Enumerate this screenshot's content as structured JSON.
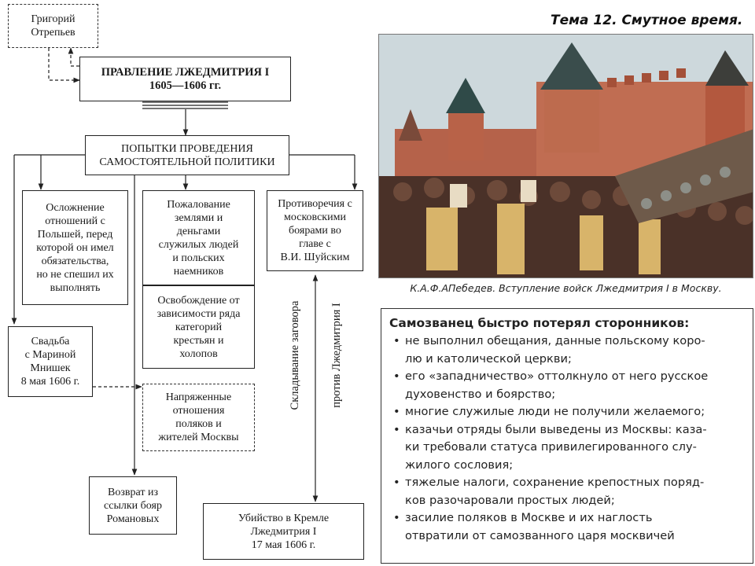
{
  "topic_title": "Тема 12. Смутное время.",
  "diagram": {
    "otrepyev": [
      "Григорий",
      "Отрепьев"
    ],
    "reign": [
      "ПРАВЛЕНИЕ ЛЖЕДМИТРИЯ I",
      "1605—1606 гг."
    ],
    "attempts": [
      "ПОПЫТКИ ПРОВЕДЕНИЯ",
      "САМОСТОЯТЕЛЬНОЙ ПОЛИТИКИ"
    ],
    "poland": [
      "Осложнение",
      "отношений с",
      "Польшей, перед",
      "которой он имел",
      "обязательства,",
      "но не спешил их",
      "выполнять"
    ],
    "grants": [
      "Пожалование",
      "землями и",
      "деньгами",
      "служилых людей",
      "и польских",
      "наемников"
    ],
    "liberation": [
      "Освобождение от",
      "зависимости ряда",
      "категорий",
      "крестьян и",
      "холопов"
    ],
    "boyars": [
      "Противоречия с",
      "московскими",
      "боярами во",
      "главе с",
      "В.И. Шуйским"
    ],
    "wedding": [
      "Свадьба",
      "с Мариной",
      "Мнишек",
      "8 мая 1606 г."
    ],
    "tension": [
      "Напряженные",
      "отношения",
      "поляков и",
      "жителей Москвы"
    ],
    "romanovs": [
      "Возврат из",
      "ссылки бояр",
      "Романовых"
    ],
    "murder": [
      "Убийство в Кремле",
      "Лжедмитрия I",
      "17 мая 1606 г."
    ],
    "conspiracy_left": "Складывание заговора",
    "conspiracy_right": "против Лжедмитрия I"
  },
  "image_caption": "К.А.Ф.АПебедев. Вступление войск Лжедмитрия I в Москву.",
  "info_box": {
    "heading": "Самозванец быстро потерял сторонников:",
    "items": [
      [
        "не выполнил обещания, данные польскому коро-",
        "лю и католической церкви;"
      ],
      [
        "его «западничество» оттолкнуло от него русское",
        "духовенство и боярство;"
      ],
      [
        "многие служилые люди не получили желаемого;"
      ],
      [
        "казачьи отряды были выведены из Москвы: каза-",
        "ки требовали статуса привилегированного слу-",
        "жилого сословия;"
      ],
      [
        "тяжелые налоги, сохранение крепостных поряд-",
        "ков разочаровали простых людей;"
      ],
      [
        "засилие поляков в Москве и их наглость",
        "отвратили от самозванного царя москвичей"
      ]
    ]
  }
}
